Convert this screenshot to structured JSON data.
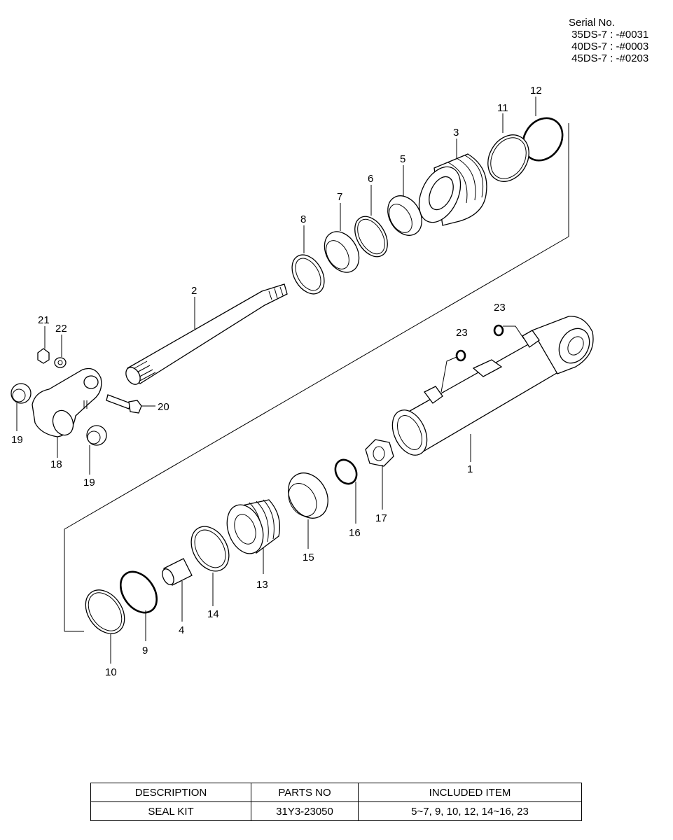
{
  "serial": {
    "title": "Serial No.",
    "lines": [
      " 35DS-7 : -#0031",
      " 40DS-7 : -#0003",
      " 45DS-7 : -#0203"
    ]
  },
  "callouts": {
    "p1": "1",
    "p2": "2",
    "p3": "3",
    "p4": "4",
    "p5": "5",
    "p6": "6",
    "p7": "7",
    "p8": "8",
    "p9": "9",
    "p10": "10",
    "p11": "11",
    "p12": "12",
    "p13": "13",
    "p14": "14",
    "p15": "15",
    "p16": "16",
    "p17": "17",
    "p18": "18",
    "p19a": "19",
    "p19b": "19",
    "p20": "20",
    "p21": "21",
    "p22": "22",
    "p23a": "23",
    "p23b": "23"
  },
  "table": {
    "headers": [
      "DESCRIPTION",
      "PARTS NO",
      "INCLUDED ITEM"
    ],
    "row": [
      "SEAL KIT",
      "31Y3-23050",
      "5~7, 9, 10, 12, 14~16, 23"
    ]
  }
}
